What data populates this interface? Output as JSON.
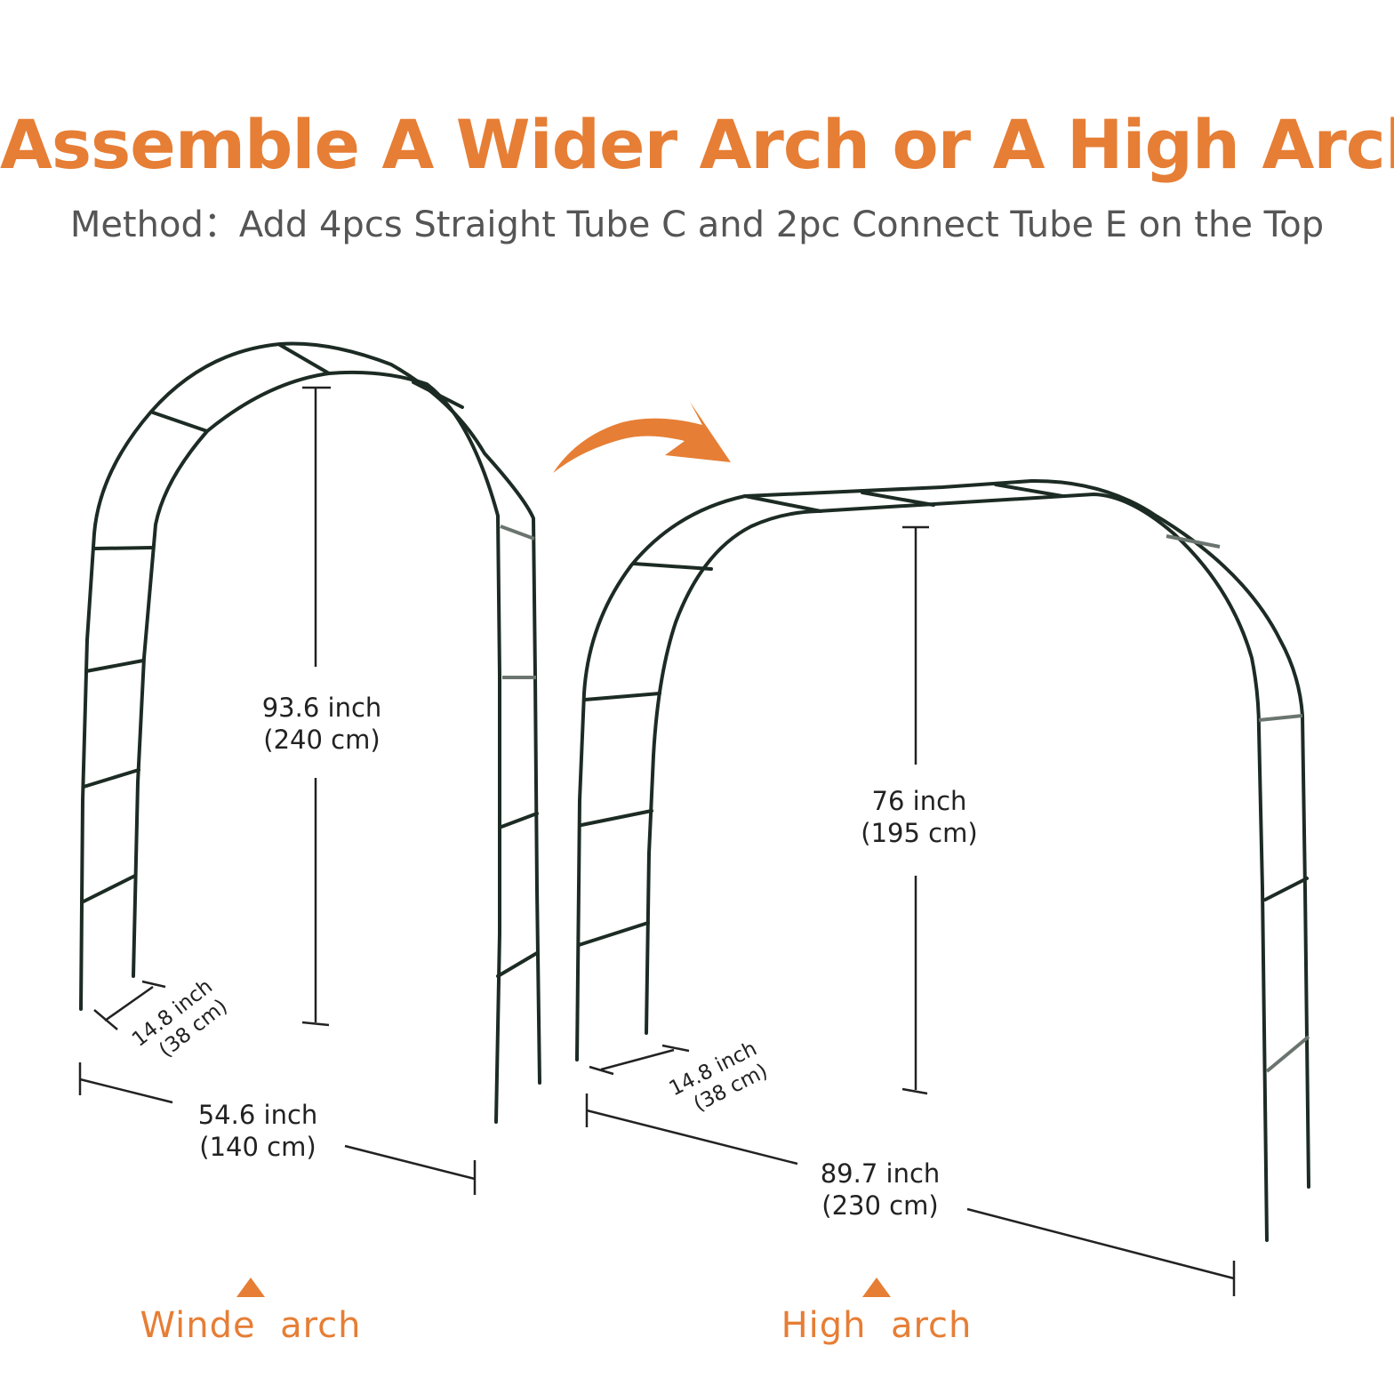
{
  "header": {
    "title": "Assemble A Wider Arch or A High Arch",
    "subtitle": "Method：Add 4pcs Straight Tube C and 2pc Connect Tube E on the Top"
  },
  "colors": {
    "accent": "#e67e35",
    "frame": "#1c2b24",
    "frame_light": "#6b756f",
    "dimension": "#222222"
  },
  "left_arch": {
    "height_inch": "93.6 inch",
    "height_cm": "(240 cm)",
    "depth_inch": "14.8 inch",
    "depth_cm": "(38 cm)",
    "width_inch": "54.6 inch",
    "width_cm": "(140  cm)",
    "label": "Winde  arch"
  },
  "right_arch": {
    "height_inch": "76 inch",
    "height_cm": "(195 cm)",
    "depth_inch": "14.8 inch",
    "depth_cm": "(38 cm)",
    "width_inch": "89.7 inch",
    "width_cm": "(230 cm)",
    "label": "High  arch"
  },
  "icons": {
    "transition": "curved-arrow-icon",
    "marker": "triangle-up-icon"
  }
}
